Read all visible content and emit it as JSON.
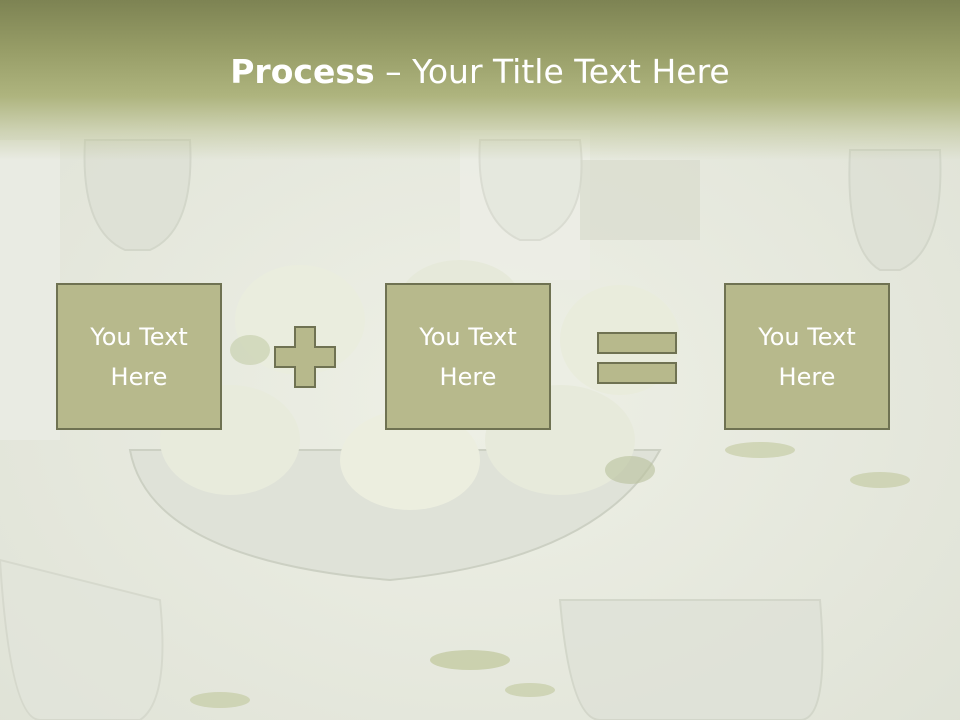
{
  "slide": {
    "title_bold": "Process",
    "title_rest": " – Your Title Text Here"
  },
  "boxes": [
    {
      "line1": "You Text",
      "line2": "Here"
    },
    {
      "line1": "You Text",
      "line2": "Here"
    },
    {
      "line1": "You Text",
      "line2": "Here"
    }
  ],
  "operators": [
    "plus-icon",
    "equals-icon"
  ],
  "colors": {
    "header": "#969c66",
    "box_fill": "#b7b98c",
    "box_border": "#6f7252",
    "text": "#ffffff"
  }
}
